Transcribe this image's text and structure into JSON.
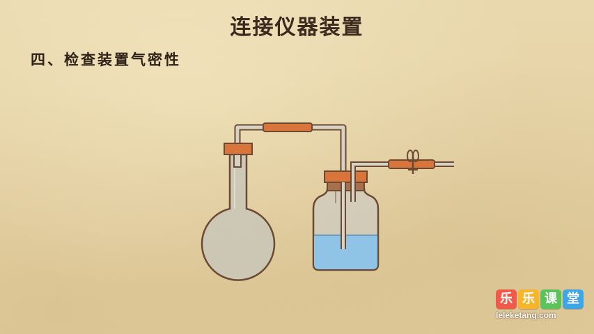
{
  "title": "连接仪器装置",
  "section_heading": "四、检查装置气密性",
  "colors": {
    "background": "#e6d3a6",
    "outline": "#6b4a34",
    "rubber": "#d9743a",
    "water": "#8fc4e6",
    "glass": "#cfcfc4"
  },
  "brand": {
    "logo_chars": [
      "乐",
      "乐",
      "课",
      "堂"
    ],
    "logo_colors": [
      "#f05a4a",
      "#f7b52c",
      "#5cc25a",
      "#3fa6e6"
    ],
    "url": "leleketang.com"
  }
}
